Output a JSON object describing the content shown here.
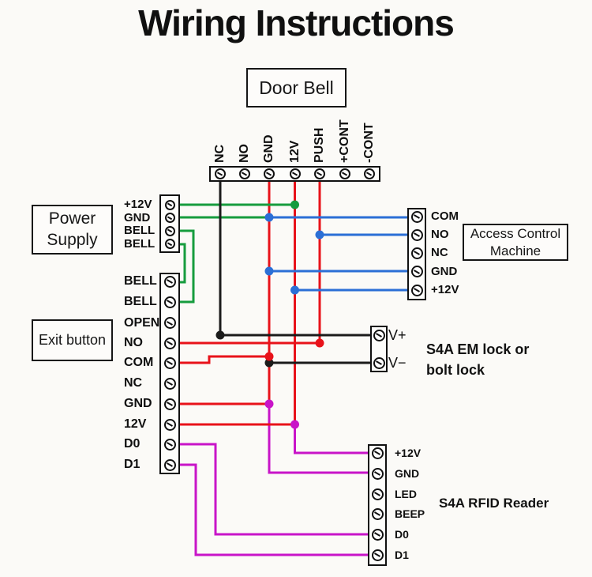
{
  "title": "Wiring Instructions",
  "boxes": {
    "door_bell": "Door Bell",
    "power_supply": "Power\nSupply",
    "exit_button": "Exit button",
    "access_control": "Access Control\nMachine"
  },
  "annotations": {
    "em_lock": "S4A EM lock or\nbolt lock",
    "rfid_reader": "S4A RFID Reader"
  },
  "strips": {
    "door_bell": [
      "NC",
      "NO",
      "GND",
      "12V",
      "PUSH",
      "+CONT",
      "-CONT"
    ],
    "power_supply": [
      "+12V",
      "GND",
      "BELL",
      "BELL"
    ],
    "exit_button": [
      "BELL",
      "BELL",
      "OPEN",
      "NO",
      "COM",
      "NC",
      "GND",
      "12V",
      "D0",
      "D1"
    ],
    "access_control": [
      "COM",
      "NO",
      "NC",
      "GND",
      "+12V"
    ],
    "em_lock": [
      "V+",
      "V−"
    ],
    "rfid_reader": [
      "+12V",
      "GND",
      "LED",
      "BEEP",
      "D0",
      "D1"
    ]
  },
  "wire_colors": {
    "black": "#1b1b1b",
    "red": "#e8121a",
    "green": "#169c3e",
    "blue": "#2b6fd6",
    "magenta": "#c814c8"
  },
  "connections": [
    {
      "color": "black",
      "from": "Door Bell NC",
      "to": "EM lock V+"
    },
    {
      "color": "black",
      "from": "GND rail",
      "to": "EM lock V−"
    },
    {
      "color": "green",
      "from": "Power Supply +12V",
      "to": "Door Bell 12V"
    },
    {
      "color": "green",
      "from": "Power Supply GND",
      "to": "Door Bell GND"
    },
    {
      "color": "green",
      "from": "Power Supply BELL (upper)",
      "to": "Exit strip BELL (lower)"
    },
    {
      "color": "green",
      "from": "Power Supply BELL (lower)",
      "to": "Exit strip BELL (upper)"
    },
    {
      "color": "blue",
      "from": "GND rail (Door Bell GND)",
      "to": "Access Control COM"
    },
    {
      "color": "blue",
      "from": "Door Bell PUSH",
      "to": "Access Control NO"
    },
    {
      "color": "blue",
      "from": "GND rail",
      "to": "Access Control GND"
    },
    {
      "color": "blue",
      "from": "12V rail (Door Bell 12V)",
      "to": "Access Control +12V"
    },
    {
      "color": "red",
      "from": "Exit strip NO",
      "to": "Door Bell PUSH"
    },
    {
      "color": "red",
      "from": "Exit strip COM",
      "to": "GND rail"
    },
    {
      "color": "red/magenta",
      "from": "Exit strip GND via GND rail",
      "to": "RFID Reader GND"
    },
    {
      "color": "red/magenta",
      "from": "Exit strip 12V via 12V rail",
      "to": "RFID Reader +12V"
    },
    {
      "color": "magenta",
      "from": "Exit strip D0",
      "to": "RFID Reader D0"
    },
    {
      "color": "magenta",
      "from": "Exit strip D1",
      "to": "RFID Reader D1"
    }
  ]
}
